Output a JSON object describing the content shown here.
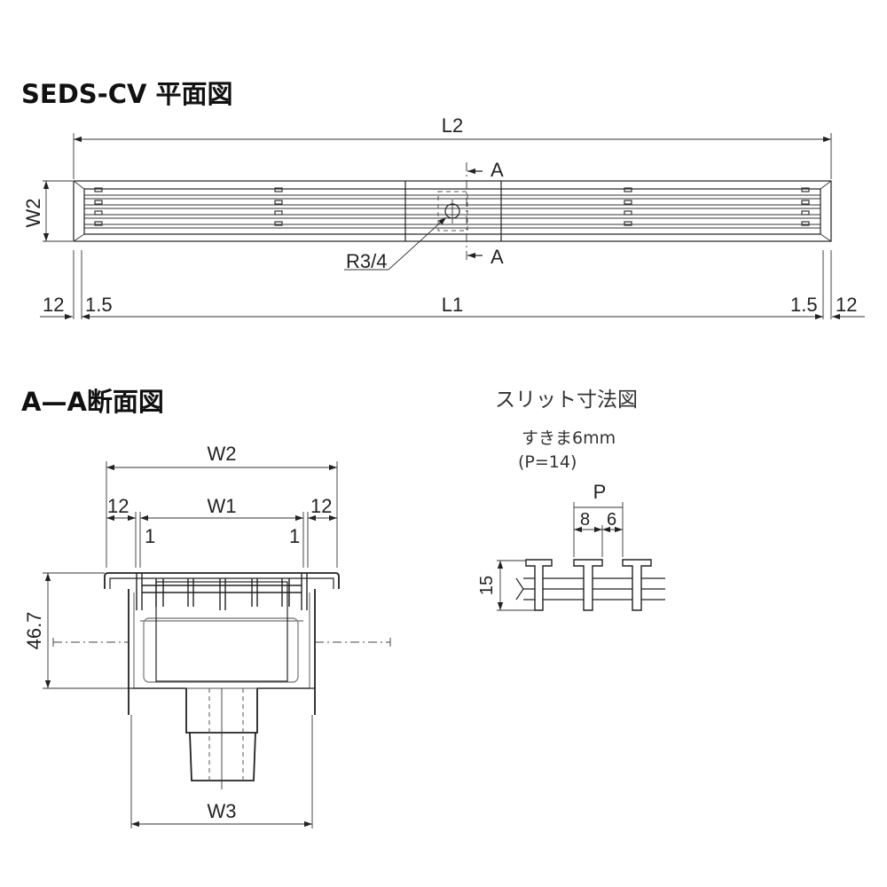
{
  "plan": {
    "title": "SEDS-CV 平面図",
    "dims": {
      "L2": "L2",
      "W2": "W2",
      "L1": "L1",
      "R": "R3/4",
      "A_top": "A",
      "A_bottom": "A",
      "left_12": "12",
      "left_1_5": "1.5",
      "right_1_5": "1.5",
      "right_12": "12"
    }
  },
  "section": {
    "title": "A—A断面図",
    "dims": {
      "W2": "W2",
      "W1": "W1",
      "W3": "W3",
      "left_12": "12",
      "right_12": "12",
      "left_1": "1",
      "right_1": "1",
      "height": "46.7"
    }
  },
  "slit": {
    "title": "スリット寸法図",
    "gap_note": "すきま6mm",
    "pitch_note": "(P=14)",
    "dims": {
      "P": "P",
      "bar": "8",
      "gap": "6",
      "depth": "15"
    }
  }
}
